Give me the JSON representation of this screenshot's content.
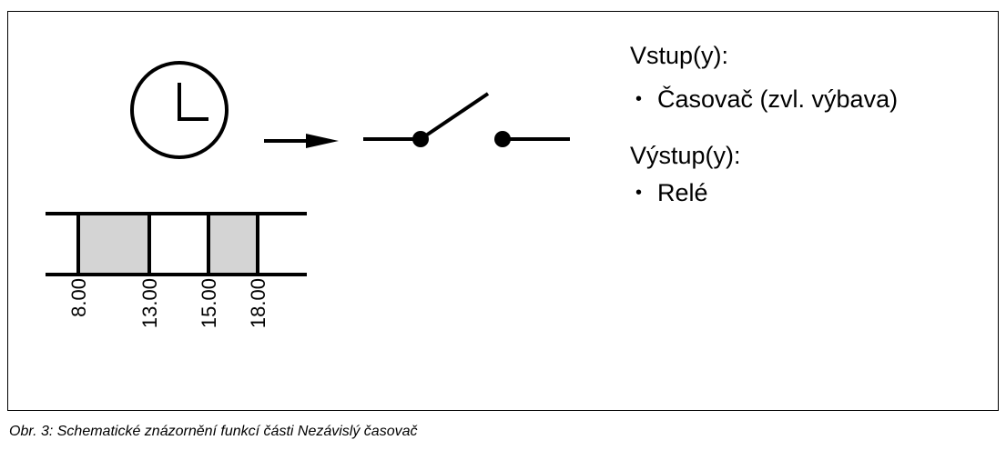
{
  "inputs": {
    "heading": "Vstup(y):",
    "items": [
      "Časovač (zvl. výbava)"
    ]
  },
  "outputs": {
    "heading": "Výstup(y):",
    "items": [
      "Relé"
    ]
  },
  "schedule": {
    "times": [
      "8.00",
      "13.00",
      "15.00",
      "18.00"
    ],
    "active_periods": [
      [
        "8.00",
        "13.00"
      ],
      [
        "15.00",
        "18.00"
      ]
    ]
  },
  "caption": "Obr. 3:  Schematické znázornění funkcí části Nezávislý časovač",
  "colors": {
    "stroke": "#000000",
    "fill_active": "#d4d4d4",
    "background": "#ffffff"
  },
  "icons": [
    "clock-icon",
    "arrow-icon",
    "relay-switch-icon"
  ]
}
